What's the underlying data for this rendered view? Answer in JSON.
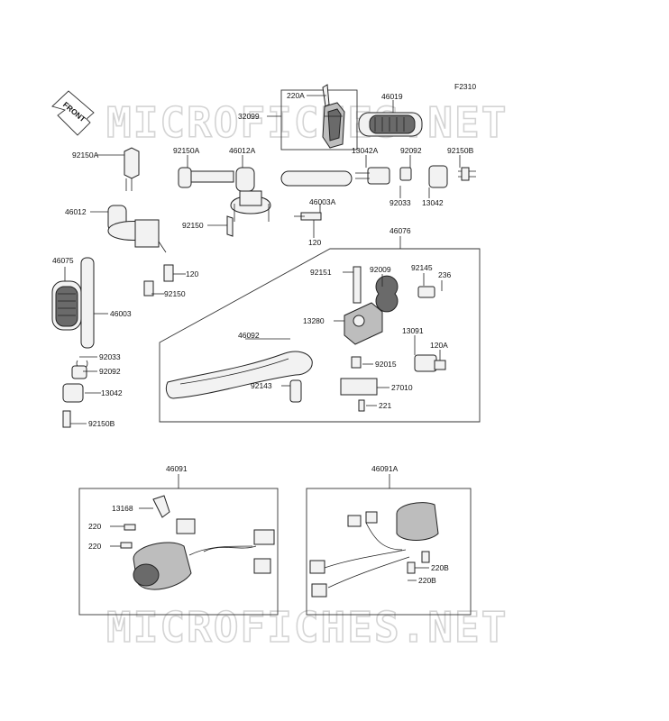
{
  "figure_code": "F2310",
  "front_label": "FRONT",
  "watermark": "MICROFICHES.NET",
  "labels": {
    "p220A": "220A",
    "p46019": "46019",
    "p32099": "32099",
    "p92150A": "92150A",
    "p46012A": "46012A",
    "p13042A": "13042A",
    "p92092_top": "92092",
    "p92150B_top": "92150B",
    "p92150A_left": "92150A",
    "p46012": "46012",
    "p46003A": "46003A",
    "p92033_top": "92033",
    "p13042_top": "13042",
    "p92150_mid": "92150",
    "p120_top": "120",
    "p46076": "46076",
    "p46075": "46075",
    "p120_left": "120",
    "p92150_left": "92150",
    "p46003": "46003",
    "p92151": "92151",
    "p92009": "92009",
    "p92145": "92145",
    "p236": "236",
    "p13280": "13280",
    "p46092": "46092",
    "p13091": "13091",
    "p120A": "120A",
    "p92015": "92015",
    "p92033_left": "92033",
    "p92092_left": "92092",
    "p92143": "92143",
    "p27010": "27010",
    "p13042_left": "13042",
    "p221": "221",
    "p92150B_left": "92150B",
    "p46091": "46091",
    "p46091A": "46091A",
    "p13168": "13168",
    "p220_a": "220",
    "p220_b": "220",
    "p220B_a": "220B",
    "p220B_b": "220B"
  }
}
